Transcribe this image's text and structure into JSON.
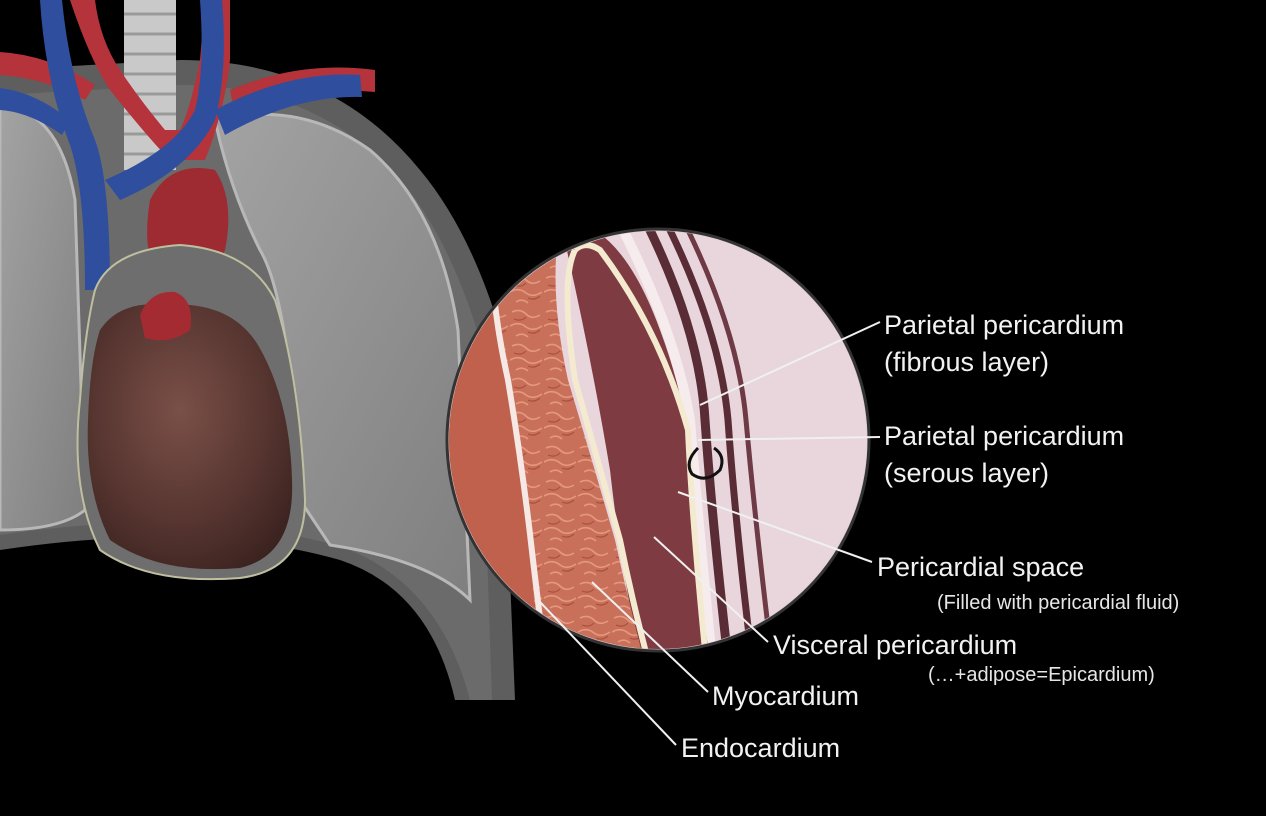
{
  "labels": {
    "parietal_fibrous": {
      "line1": "Parietal pericardium",
      "line2": "(fibrous layer)"
    },
    "parietal_serous": {
      "line1": "Parietal pericardium",
      "line2": "(serous layer)"
    },
    "pericardial_space": {
      "title": "Pericardial space",
      "note": "(Filled with pericardial fluid)"
    },
    "visceral_pericardium": {
      "title": "Visceral pericardium",
      "note": "(…+adipose=Epicardium)"
    },
    "myocardium": "Myocardium",
    "endocardium": "Endocardium"
  },
  "colors": {
    "background": "#000000",
    "lung": "#8f8f8f",
    "vein": "#2f4f9e",
    "artery": "#b5333a",
    "heart": "#5c3832",
    "myocardium": "#c96f58",
    "pericardial_space": "#7e3b42",
    "fibrous_layer": "#e9d6dc",
    "label_text": "#f2f2f2"
  }
}
